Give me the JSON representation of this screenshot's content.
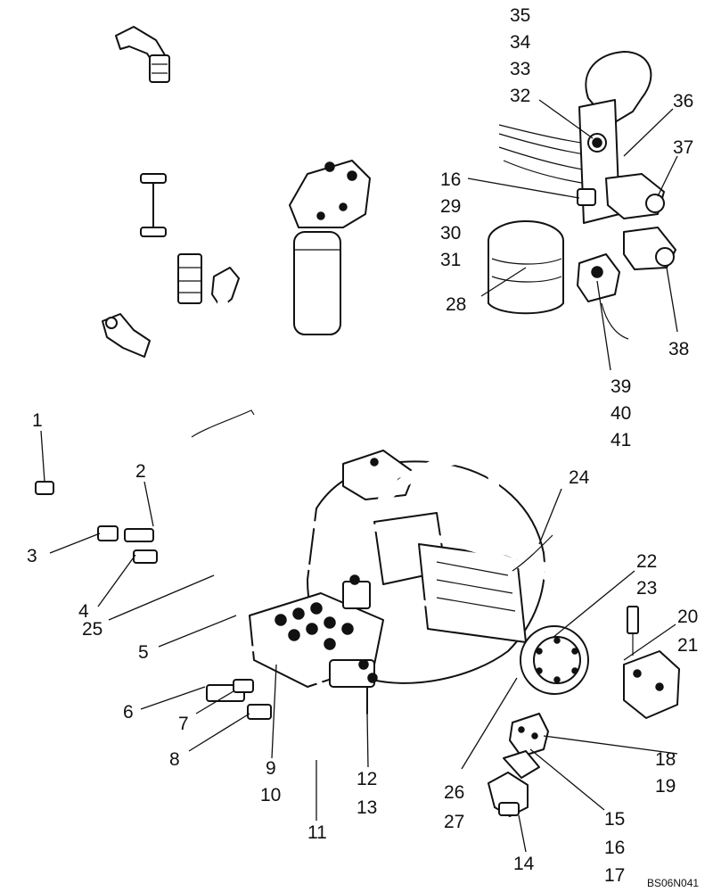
{
  "drawing_ref": "BS06N041",
  "callouts": [
    {
      "id": "c1",
      "text": "1"
    },
    {
      "id": "c2",
      "text": "2"
    },
    {
      "id": "c3",
      "text": "3"
    },
    {
      "id": "c4",
      "text": "4"
    },
    {
      "id": "c25",
      "text": "25"
    },
    {
      "id": "c5",
      "text": "5"
    },
    {
      "id": "c6",
      "text": "6"
    },
    {
      "id": "c7",
      "text": "7"
    },
    {
      "id": "c8",
      "text": "8"
    },
    {
      "id": "c9",
      "text": "9"
    },
    {
      "id": "c10",
      "text": "10"
    },
    {
      "id": "c11",
      "text": "11"
    },
    {
      "id": "c12",
      "text": "12"
    },
    {
      "id": "c13",
      "text": "13"
    },
    {
      "id": "c24",
      "text": "24"
    },
    {
      "id": "c22",
      "text": "22"
    },
    {
      "id": "c23",
      "text": "23"
    },
    {
      "id": "c20",
      "text": "20"
    },
    {
      "id": "c21",
      "text": "21"
    },
    {
      "id": "c18",
      "text": "18"
    },
    {
      "id": "c19",
      "text": "19"
    },
    {
      "id": "c26",
      "text": "26"
    },
    {
      "id": "c27",
      "text": "27"
    },
    {
      "id": "c15",
      "text": "15"
    },
    {
      "id": "c16b",
      "text": "16"
    },
    {
      "id": "c17",
      "text": "17"
    },
    {
      "id": "c14",
      "text": "14"
    },
    {
      "id": "c35",
      "text": "35"
    },
    {
      "id": "c34",
      "text": "34"
    },
    {
      "id": "c33",
      "text": "33"
    },
    {
      "id": "c32",
      "text": "32"
    },
    {
      "id": "c36",
      "text": "36"
    },
    {
      "id": "c37",
      "text": "37"
    },
    {
      "id": "c16a",
      "text": "16"
    },
    {
      "id": "c29",
      "text": "29"
    },
    {
      "id": "c30",
      "text": "30"
    },
    {
      "id": "c31",
      "text": "31"
    },
    {
      "id": "c28",
      "text": "28"
    },
    {
      "id": "c38",
      "text": "38"
    },
    {
      "id": "c39",
      "text": "39"
    },
    {
      "id": "c40",
      "text": "40"
    },
    {
      "id": "c41",
      "text": "41"
    }
  ]
}
